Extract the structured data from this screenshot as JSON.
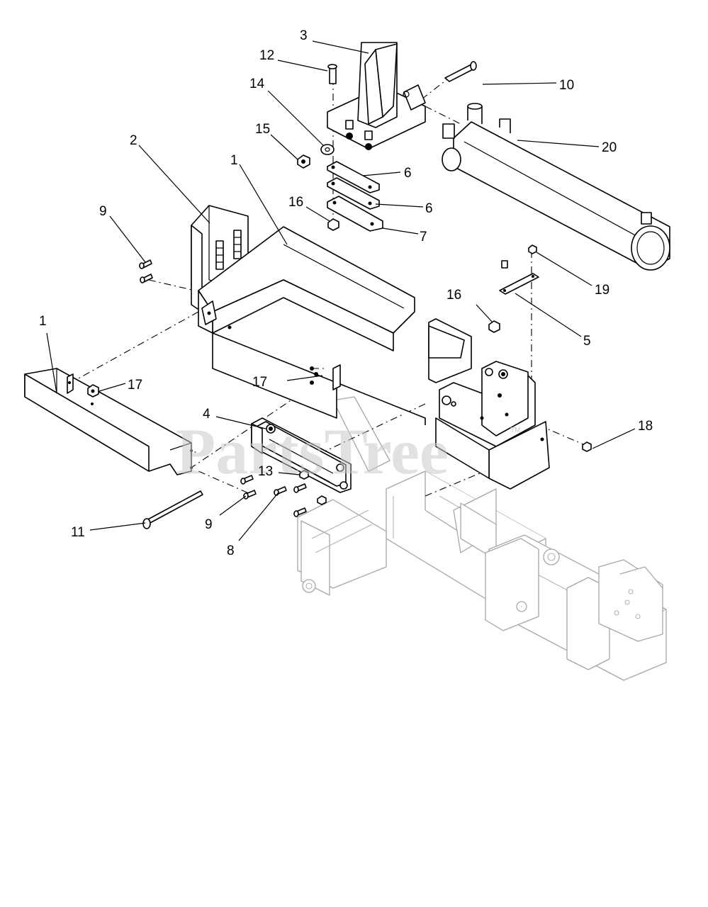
{
  "watermark": {
    "text": "PartsTree",
    "trademark": "TM"
  },
  "callouts": {
    "c1_upper": "1",
    "c1_lower": "1",
    "c2": "2",
    "c3": "3",
    "c4": "4",
    "c5": "5",
    "c6_upper": "6",
    "c6_lower": "6",
    "c7": "7",
    "c8": "8",
    "c9_upper": "9",
    "c9_lower": "9",
    "c10": "10",
    "c11": "11",
    "c12": "12",
    "c13": "13",
    "c14": "14",
    "c15": "15",
    "c16_upper": "16",
    "c16_right": "16",
    "c17_left": "17",
    "c17_center": "17",
    "c18": "18",
    "c19": "19",
    "c20": "20"
  }
}
